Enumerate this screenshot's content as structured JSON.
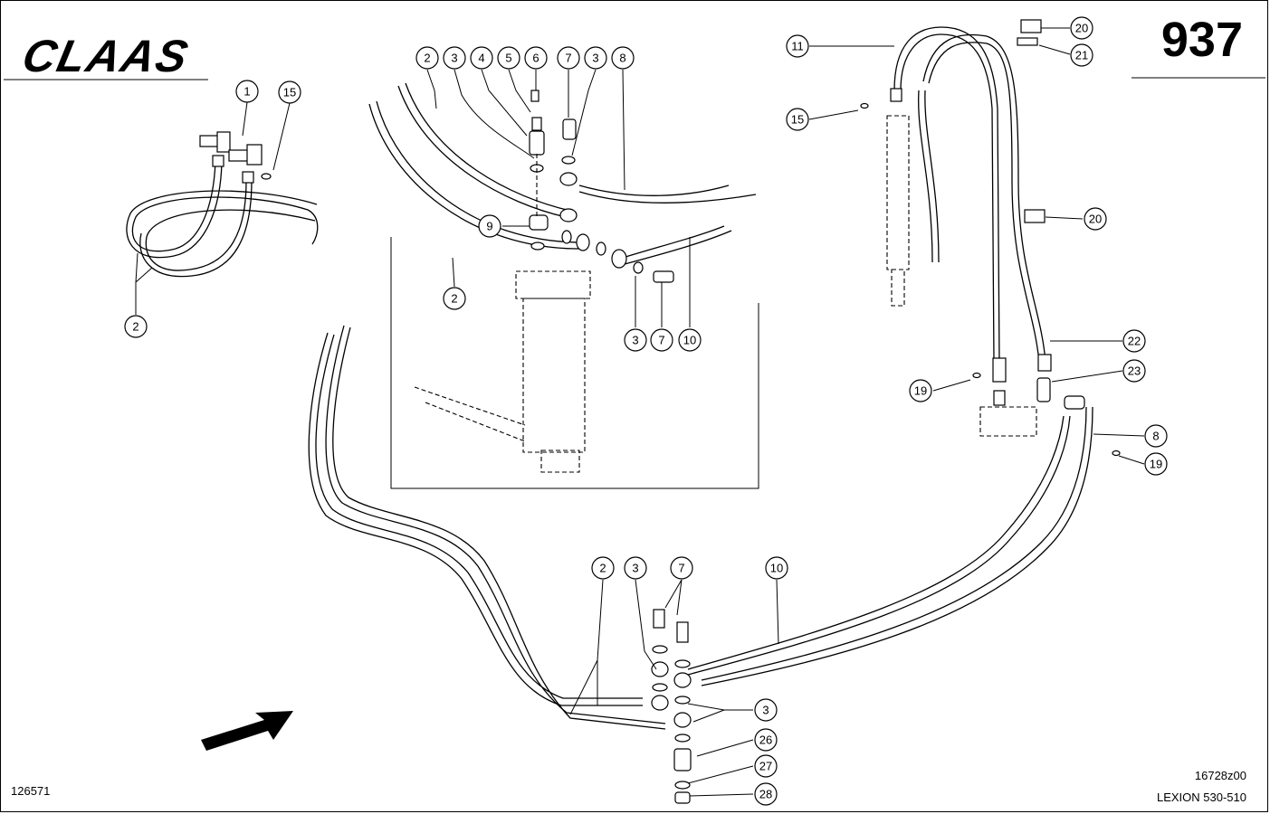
{
  "header": {
    "brand": "CLAAS",
    "page_number": "937"
  },
  "footer": {
    "doc_number": "126571",
    "drawing_number": "16728z00",
    "model": "LEXION 530-510"
  },
  "callouts": [
    {
      "label": "1"
    },
    {
      "label": "15"
    },
    {
      "label": "2"
    },
    {
      "label": "2"
    },
    {
      "label": "3"
    },
    {
      "label": "4"
    },
    {
      "label": "5"
    },
    {
      "label": "6"
    },
    {
      "label": "7"
    },
    {
      "label": "3"
    },
    {
      "label": "8"
    },
    {
      "label": "9"
    },
    {
      "label": "2"
    },
    {
      "label": "3"
    },
    {
      "label": "7"
    },
    {
      "label": "10"
    },
    {
      "label": "11"
    },
    {
      "label": "20"
    },
    {
      "label": "21"
    },
    {
      "label": "15"
    },
    {
      "label": "20"
    },
    {
      "label": "22"
    },
    {
      "label": "19"
    },
    {
      "label": "23"
    },
    {
      "label": "8"
    },
    {
      "label": "19"
    },
    {
      "label": "2"
    },
    {
      "label": "3"
    },
    {
      "label": "7"
    },
    {
      "label": "10"
    },
    {
      "label": "3"
    },
    {
      "label": "26"
    },
    {
      "label": "27"
    },
    {
      "label": "28"
    }
  ]
}
